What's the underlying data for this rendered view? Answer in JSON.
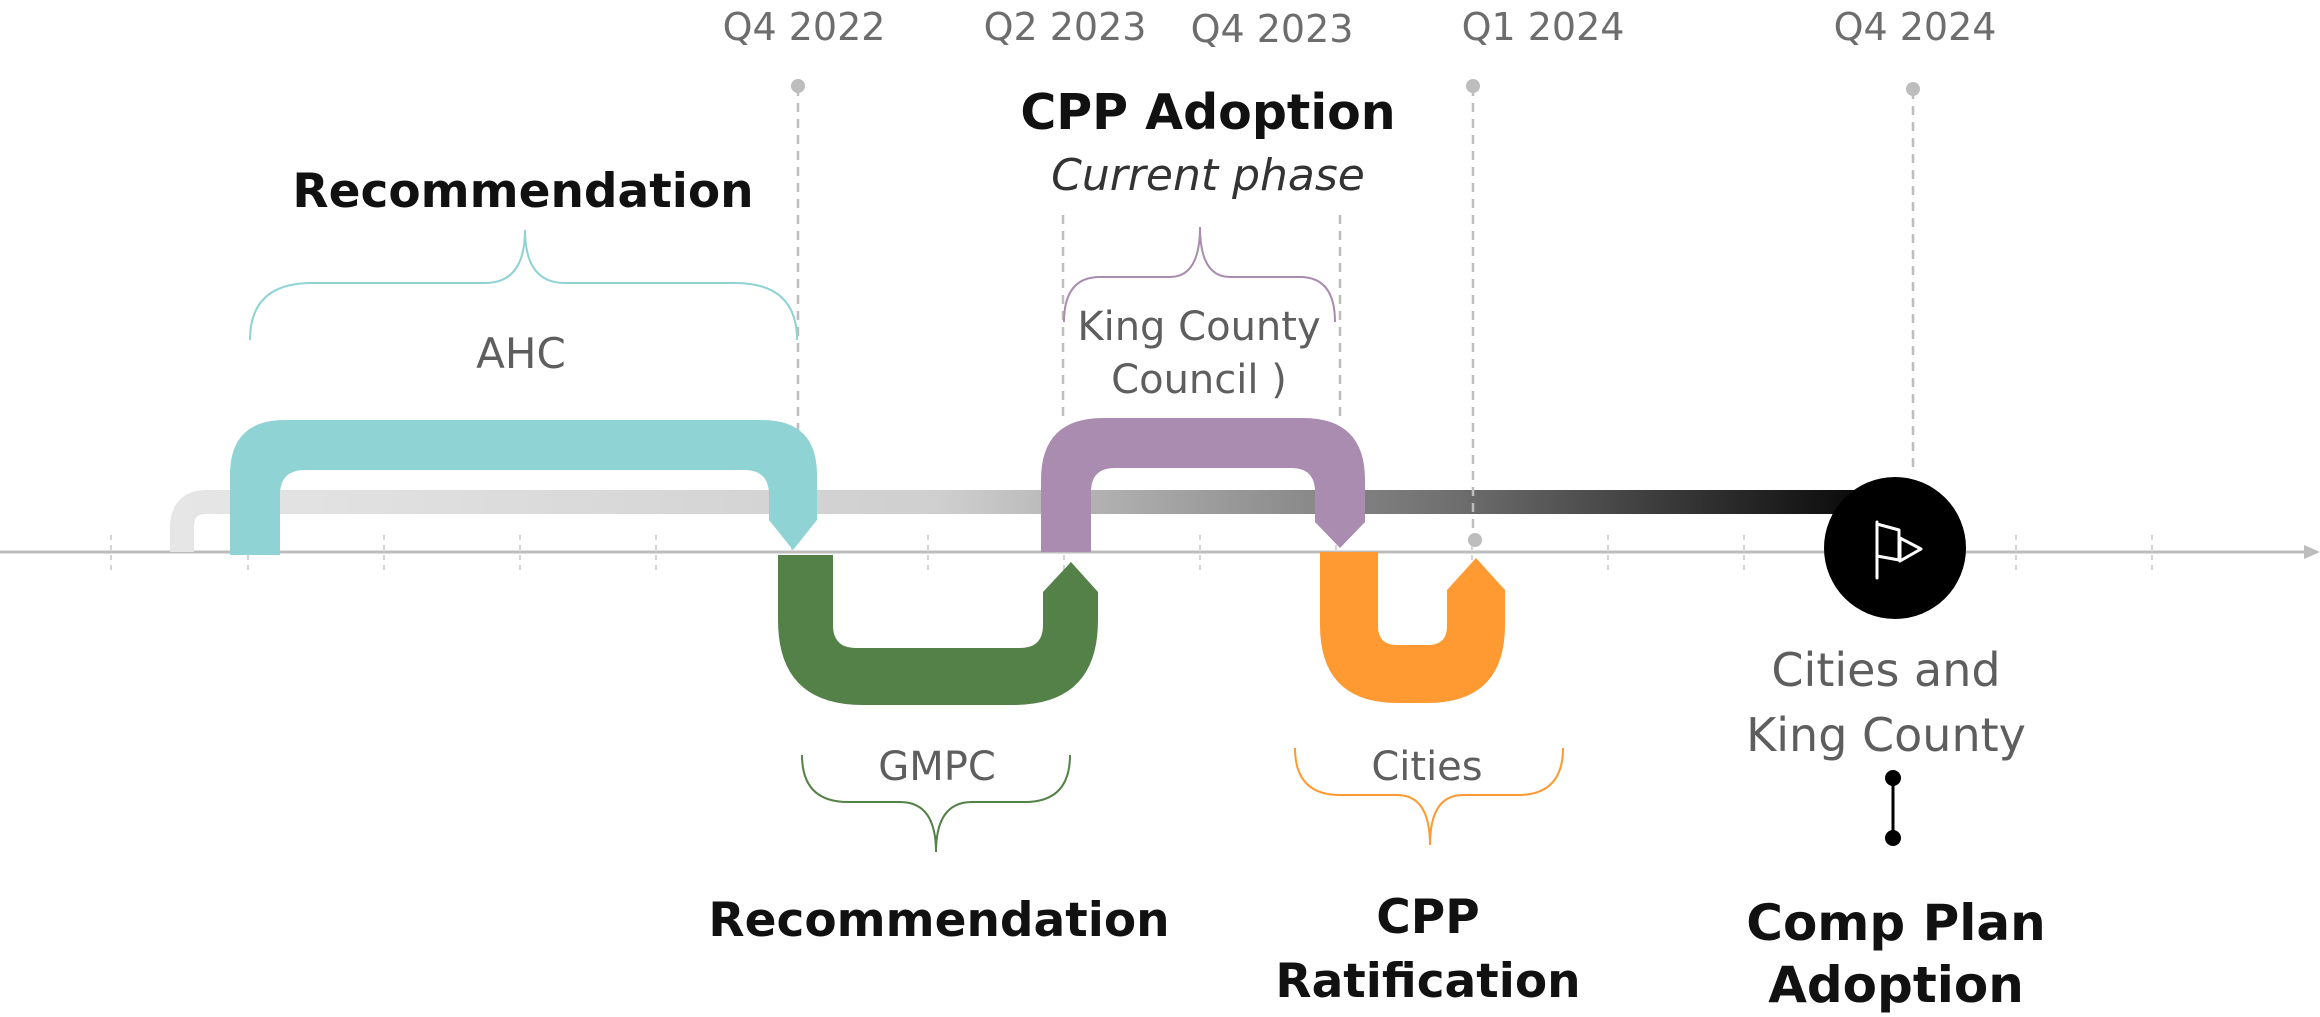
{
  "quarters": [
    "Q4 2022",
    "Q2 2023",
    "Q4 2023",
    "Q1 2024",
    "Q4 2024"
  ],
  "phases": {
    "ahc": {
      "title": "Recommendation",
      "actor": "AHC"
    },
    "gmpc": {
      "title": "Recommendation",
      "actor": "GMPC"
    },
    "kcc": {
      "title": "CPP Adoption",
      "subtitle": "Current phase",
      "actor_line1": "King County",
      "actor_line2": "Council )"
    },
    "cities": {
      "title_line1": "CPP",
      "title_line2": "Ratification",
      "actor": "Cities"
    },
    "final": {
      "title_line1": "Comp Plan",
      "title_line2": "Adoption",
      "actor_line1": "Cities and",
      "actor_line2": "King County"
    }
  },
  "colors": {
    "ahc": "#8fd3d4",
    "gmpc": "#548148",
    "kcc": "#a98caf",
    "cities": "#ff9a33",
    "axis": "#bdbdbd",
    "guide": "#bdbdbd"
  },
  "icons": {
    "end_marker": "flag-icon"
  }
}
